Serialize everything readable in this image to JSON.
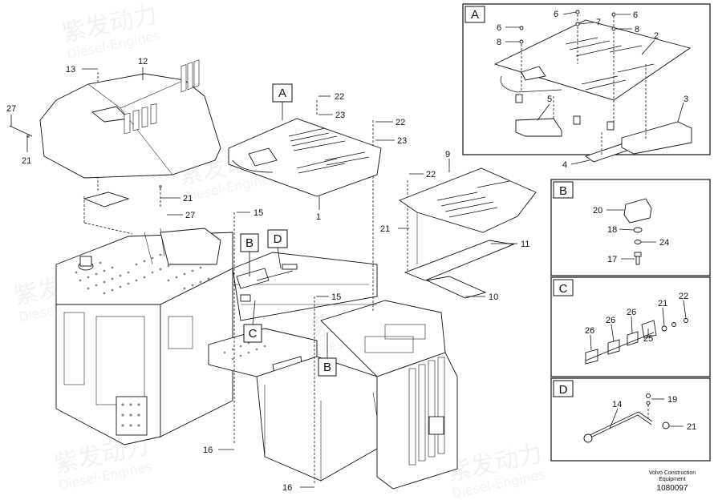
{
  "watermark": {
    "brand_cn": "紫发动力",
    "brand_en": "Diesel-Engines"
  },
  "footer": {
    "line1": "Volvo Construction",
    "line2": "Equipment",
    "doc_number": "1080097"
  },
  "detail_boxes": [
    {
      "id": "A",
      "label": "A"
    },
    {
      "id": "B",
      "label": "B"
    },
    {
      "id": "C",
      "label": "C"
    },
    {
      "id": "D",
      "label": "D"
    }
  ],
  "main_callouts": [
    {
      "id": "mA",
      "label": "A"
    },
    {
      "id": "mB1",
      "label": "B"
    },
    {
      "id": "mB2",
      "label": "B"
    },
    {
      "id": "mC",
      "label": "C"
    },
    {
      "id": "mD",
      "label": "D"
    }
  ],
  "part_numbers": {
    "p1": "1",
    "p9": "9",
    "p10": "10",
    "p11": "11",
    "p12": "12",
    "p13": "13",
    "p15a": "15",
    "p15b": "15",
    "p16a": "16",
    "p16b": "16",
    "p21a": "21",
    "p21b": "21",
    "p21c": "21",
    "p22a": "22",
    "p22b": "22",
    "p22c": "22",
    "p23a": "23",
    "p23b": "23",
    "p27a": "27",
    "p27b": "27",
    "A2": "2",
    "A3": "3",
    "A4": "4",
    "A5": "5",
    "A6a": "6",
    "A6b": "6",
    "A6c": "6",
    "A7": "7",
    "A8a": "8",
    "A8b": "8",
    "B17": "17",
    "B18": "18",
    "B20": "20",
    "B24": "24",
    "C21": "21",
    "C22": "22",
    "C25": "25",
    "C26a": "26",
    "C26b": "26",
    "C26c": "26",
    "D14": "14",
    "D19": "19",
    "D21": "21"
  }
}
